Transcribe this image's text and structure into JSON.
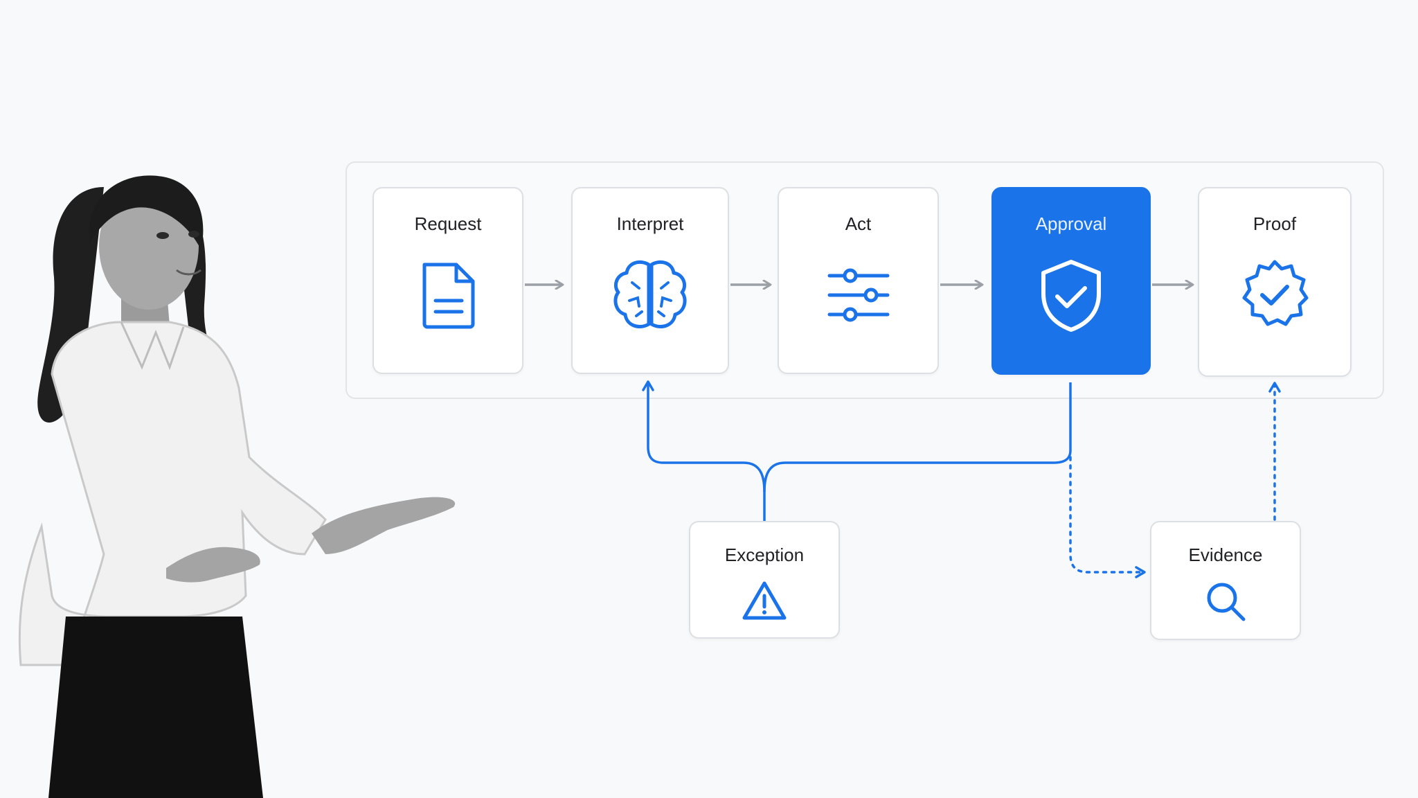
{
  "diagram": {
    "steps": [
      {
        "label": "Request",
        "icon": "document-icon"
      },
      {
        "label": "Interpret",
        "icon": "brain-icon"
      },
      {
        "label": "Act",
        "icon": "sliders-icon"
      },
      {
        "label": "Approval",
        "icon": "shield-check-icon",
        "active": true
      },
      {
        "label": "Proof",
        "icon": "verified-badge-icon"
      }
    ],
    "branches": [
      {
        "label": "Exception",
        "icon": "warning-icon"
      },
      {
        "label": "Evidence",
        "icon": "search-icon"
      }
    ]
  },
  "colors": {
    "accent": "#1a73e8",
    "arrow_gray": "#9aa0a6",
    "card_border": "#dcdfe3",
    "text": "#202124"
  }
}
